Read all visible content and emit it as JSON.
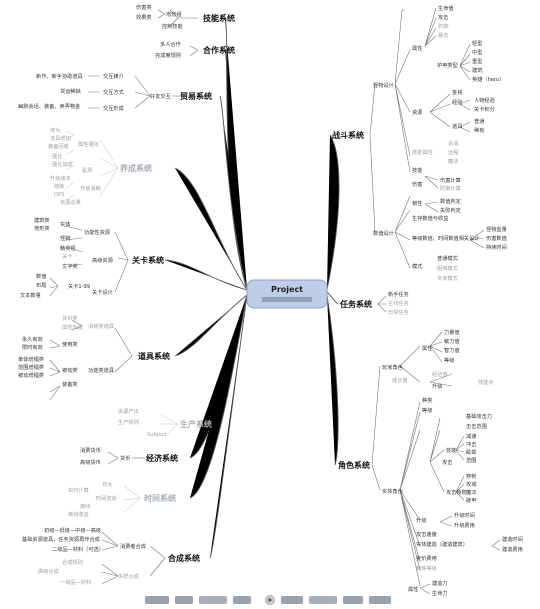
{
  "root": {
    "title": "Project"
  },
  "systems": {
    "skill": {
      "title": "技能系统",
      "leaves": [
        "伤害类",
        "效果类",
        "增伤组",
        "控制技能"
      ]
    },
    "coop": {
      "title": "合作系统",
      "leaves": [
        "多人合作",
        "完成度规则"
      ]
    },
    "trade": {
      "title": "贸易系统",
      "branch": "好友交互",
      "leaves": [
        "新作、新手协助道具",
        "交互媒介",
        "货运稀缺",
        "交互方式",
        "幽默会话、装备、卖弄物金",
        "交互形成"
      ]
    },
    "growth": {
      "title": "养成系统",
      "leaves": [
        "属性强化",
        "修为",
        "道具增加",
        "装备回收",
        "强化",
        "强化加成",
        "星辰",
        "升级成本",
        "熔炼",
        "升级消耗",
        "DPS",
        "资源总量"
      ]
    },
    "level": {
      "title": "关卡系统",
      "leaves": [
        "实体",
        "建筑类",
        "地形类",
        "功能性资源",
        "怪物",
        "精英怪",
        "高级资源",
        "关卡",
        "文字类",
        "数值",
        "布局",
        "关卡1-99",
        "文本数量",
        "关卡设计"
      ]
    },
    "item": {
      "title": "道具系统",
      "leaves": [
        "货币类",
        "属性加成",
        "消耗类道具",
        "永久有效",
        "限时有效",
        "使用类",
        "单体增幅类",
        "范围增幅类",
        "被动增幅类",
        "被动类",
        "装备类",
        "功能类道具"
      ]
    },
    "produce": {
      "title": "生产系统",
      "leaves": [
        "资源产出",
        "生产规则",
        "Subject"
      ]
    },
    "econ": {
      "title": "经济系统",
      "branch": "货币",
      "leaves": [
        "消费货币",
        "高级货币"
      ]
    },
    "time": {
      "title": "时间系统",
      "leaves": [
        "日大",
        "实时计算",
        "时间流逝",
        "离线",
        "离线收益"
      ]
    },
    "synth": {
      "title": "合成系统",
      "leaves": [
        "初级—低级—中级—高级",
        "基础资源道具，任务资源再作合成",
        "二级品—材料（可选）",
        "消费者合成",
        "合成规则",
        "高级合成",
        "多样合成",
        "一级品—材料"
      ]
    },
    "battle": {
      "title": "战斗系统",
      "branches": [
        "怪物设计",
        "数值设计"
      ],
      "leaves": [
        "生命值",
        "攻击",
        "防御",
        "暴击",
        "属性",
        "护甲类型",
        "轻型",
        "中型",
        "重型",
        "建筑",
        "英雄（hero）",
        "资源",
        "金钱",
        "经验",
        "人物经验",
        "关卡积分",
        "道具",
        "普通",
        "稀有",
        "技能属性",
        "近战",
        "远程",
        "魔法",
        "技能",
        "伤害",
        "伤害计算",
        "防御计算",
        "韧性",
        "数值判定",
        "失败判定",
        "生存数值与收益",
        "等级数值、时间数值相关设计",
        "怪物血量",
        "伤害数值",
        "持续时间",
        "模式",
        "普通模式",
        "困难模式",
        "专家模式"
      ]
    },
    "task": {
      "title": "任务系统",
      "leaves": [
        "新手任务",
        "主线任务",
        "日常任务"
      ]
    },
    "role": {
      "title": "角色系统",
      "branches": [
        "玩家角色",
        "实体角色"
      ],
      "leaves": [
        "属性",
        "力量值",
        "敏力值",
        "智力值",
        "等级",
        "成长值",
        "经验值",
        "技能点",
        "升级",
        "种类",
        "等级",
        "攻击",
        "基础攻击力",
        "击击范围",
        "技能",
        "减速",
        "冲击",
        "眩晕",
        "范围",
        "攻击攻防",
        "穿刺",
        "攻城",
        "魔法",
        "破甲",
        "升级",
        "升级时间",
        "升级费用",
        "攻击速度",
        "实体建造（建造建筑）",
        "建造时间",
        "建造费用",
        "卖价费用",
        "精炼等级",
        "建造力",
        "生命力",
        "属性"
      ]
    }
  }
}
